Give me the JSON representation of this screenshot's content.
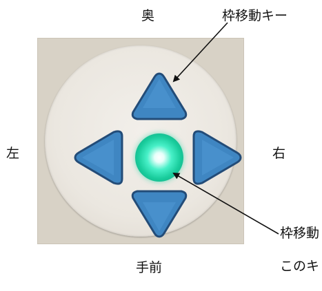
{
  "directions": {
    "back": "奥",
    "front": "手前",
    "left": "左",
    "right": "右"
  },
  "callouts": {
    "cursor_move_keys": "枠移動キー",
    "cursor_move_partial": "枠移動",
    "note_partial": "このキ"
  },
  "colors": {
    "key_fill": "#3f86c2",
    "key_outline": "#234c78",
    "panel": "#d8d2c6",
    "lamp": "#2ee8b6"
  },
  "icons": {
    "up": "triangle-up-icon",
    "down": "triangle-down-icon",
    "left": "triangle-left-icon",
    "right": "triangle-right-icon"
  }
}
